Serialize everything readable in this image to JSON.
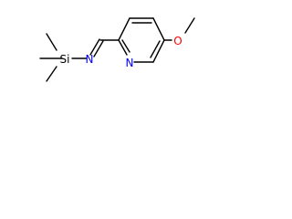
{
  "molecule": {
    "atoms": {
      "silicon": "Si",
      "imine_nitrogen": "N",
      "pyridine_nitrogen": "N",
      "methoxy_oxygen": "O"
    }
  },
  "colors": {
    "bond": "#000000",
    "nitrogen": "#0000ff",
    "oxygen": "#ff0000",
    "silicon": "#000000"
  }
}
